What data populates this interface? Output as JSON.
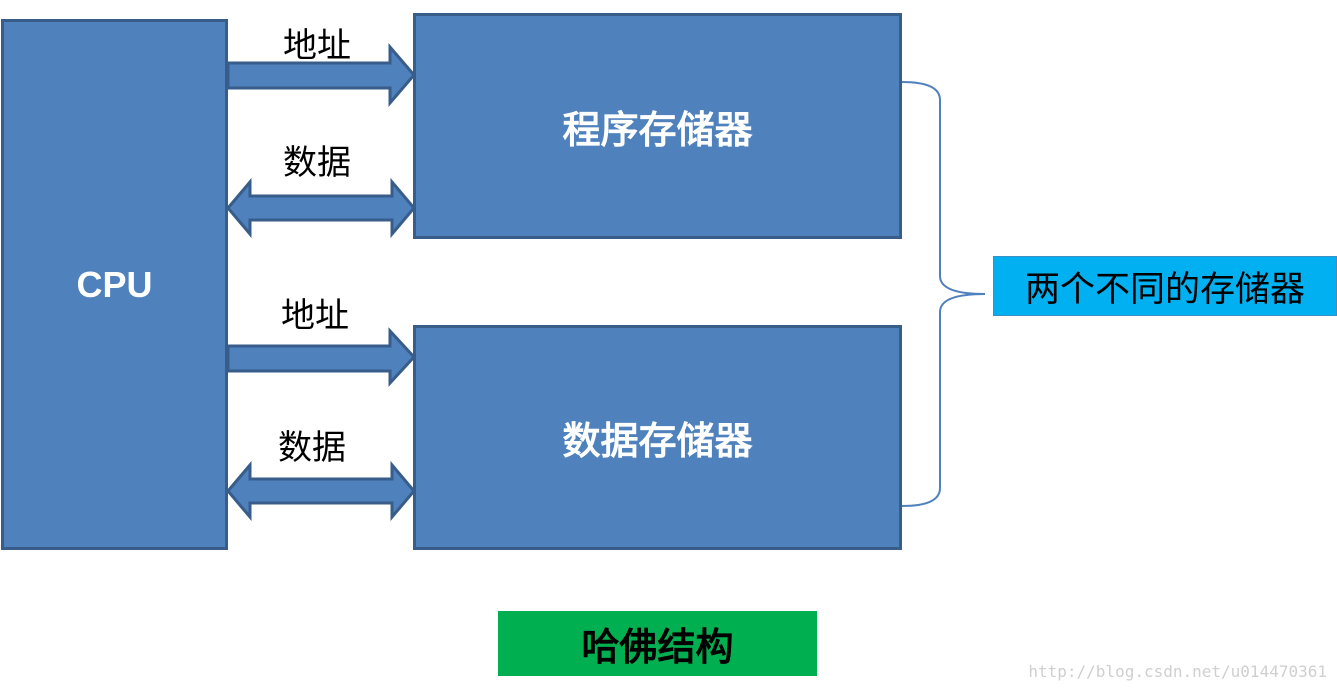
{
  "cpu": {
    "label": "CPU"
  },
  "memories": {
    "program": "程序存储器",
    "data": "数据存储器"
  },
  "buses": {
    "program_address": "地址",
    "program_data": "数据",
    "data_address": "地址",
    "data_data": "数据"
  },
  "callout": {
    "label": "两个不同的存储器"
  },
  "title": {
    "label": "哈佛结构"
  },
  "watermark": "http://blog.csdn.net/u014470361",
  "colors": {
    "box_fill": "#4f81bd",
    "box_border": "#385d8a",
    "callout_fill": "#00b0f0",
    "title_fill": "#00b050"
  }
}
